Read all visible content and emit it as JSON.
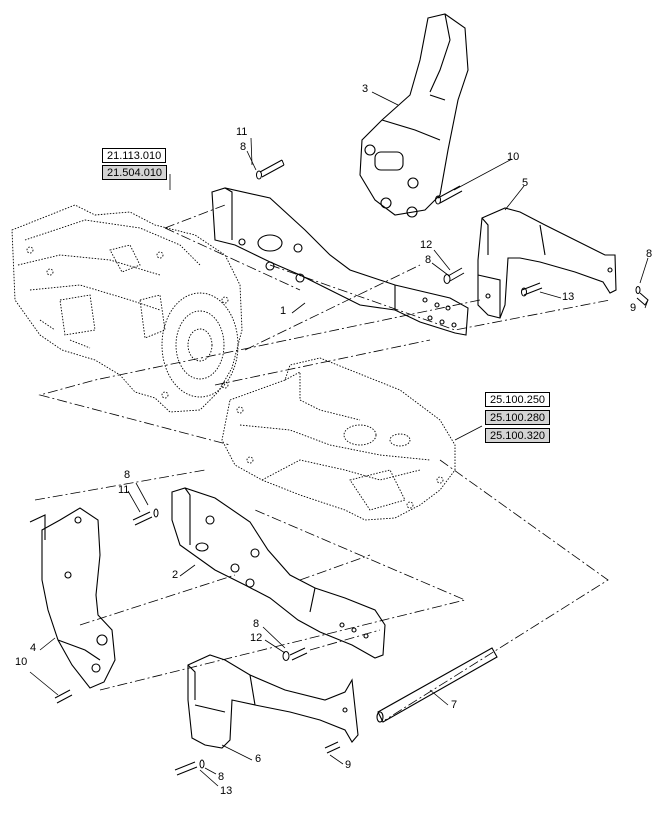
{
  "refs": {
    "transmission_1": "21.113.010",
    "transmission_2": "21.504.010",
    "axle_1": "25.100.250",
    "axle_2": "25.100.280",
    "axle_3": "25.100.320"
  },
  "callouts": {
    "c1": "1",
    "c2": "2",
    "c3": "3",
    "c4": "4",
    "c5": "5",
    "c6": "6",
    "c7": "7",
    "c8a": "8",
    "c8b": "8",
    "c8c": "8",
    "c8d": "8",
    "c8e": "8",
    "c8f": "8",
    "c9a": "9",
    "c9b": "9",
    "c10a": "10",
    "c10b": "10",
    "c11a": "11",
    "c11b": "11",
    "c12a": "12",
    "c12b": "12",
    "c13a": "13",
    "c13b": "13"
  }
}
